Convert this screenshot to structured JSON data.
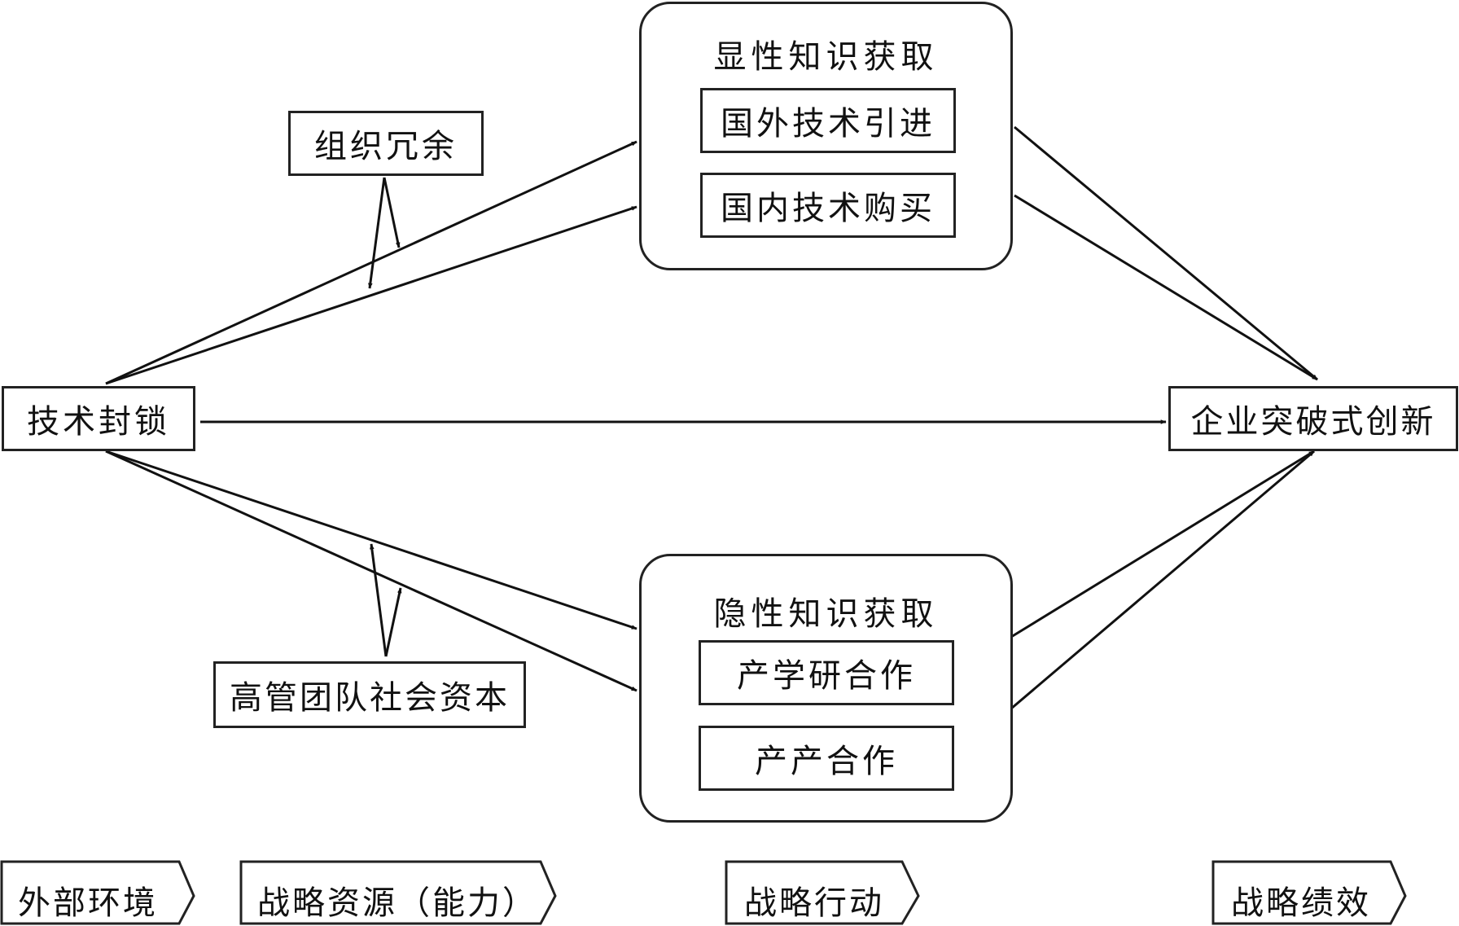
{
  "nodes": {
    "tech_blockade": "技术封锁",
    "breakthrough_innovation": "企业突破式创新",
    "org_slack": "组织冗余",
    "tmt_social_capital": "高管团队社会资本"
  },
  "explicit": {
    "title": "显性知识获取",
    "items": [
      "国外技术引进",
      "国内技术购买"
    ]
  },
  "tacit": {
    "title": "隐性知识获取",
    "items": [
      "产学研合作",
      "产产合作"
    ]
  },
  "stages": [
    "外部环境",
    "战略资源（能力）",
    "战略行动",
    "战略绩效"
  ]
}
